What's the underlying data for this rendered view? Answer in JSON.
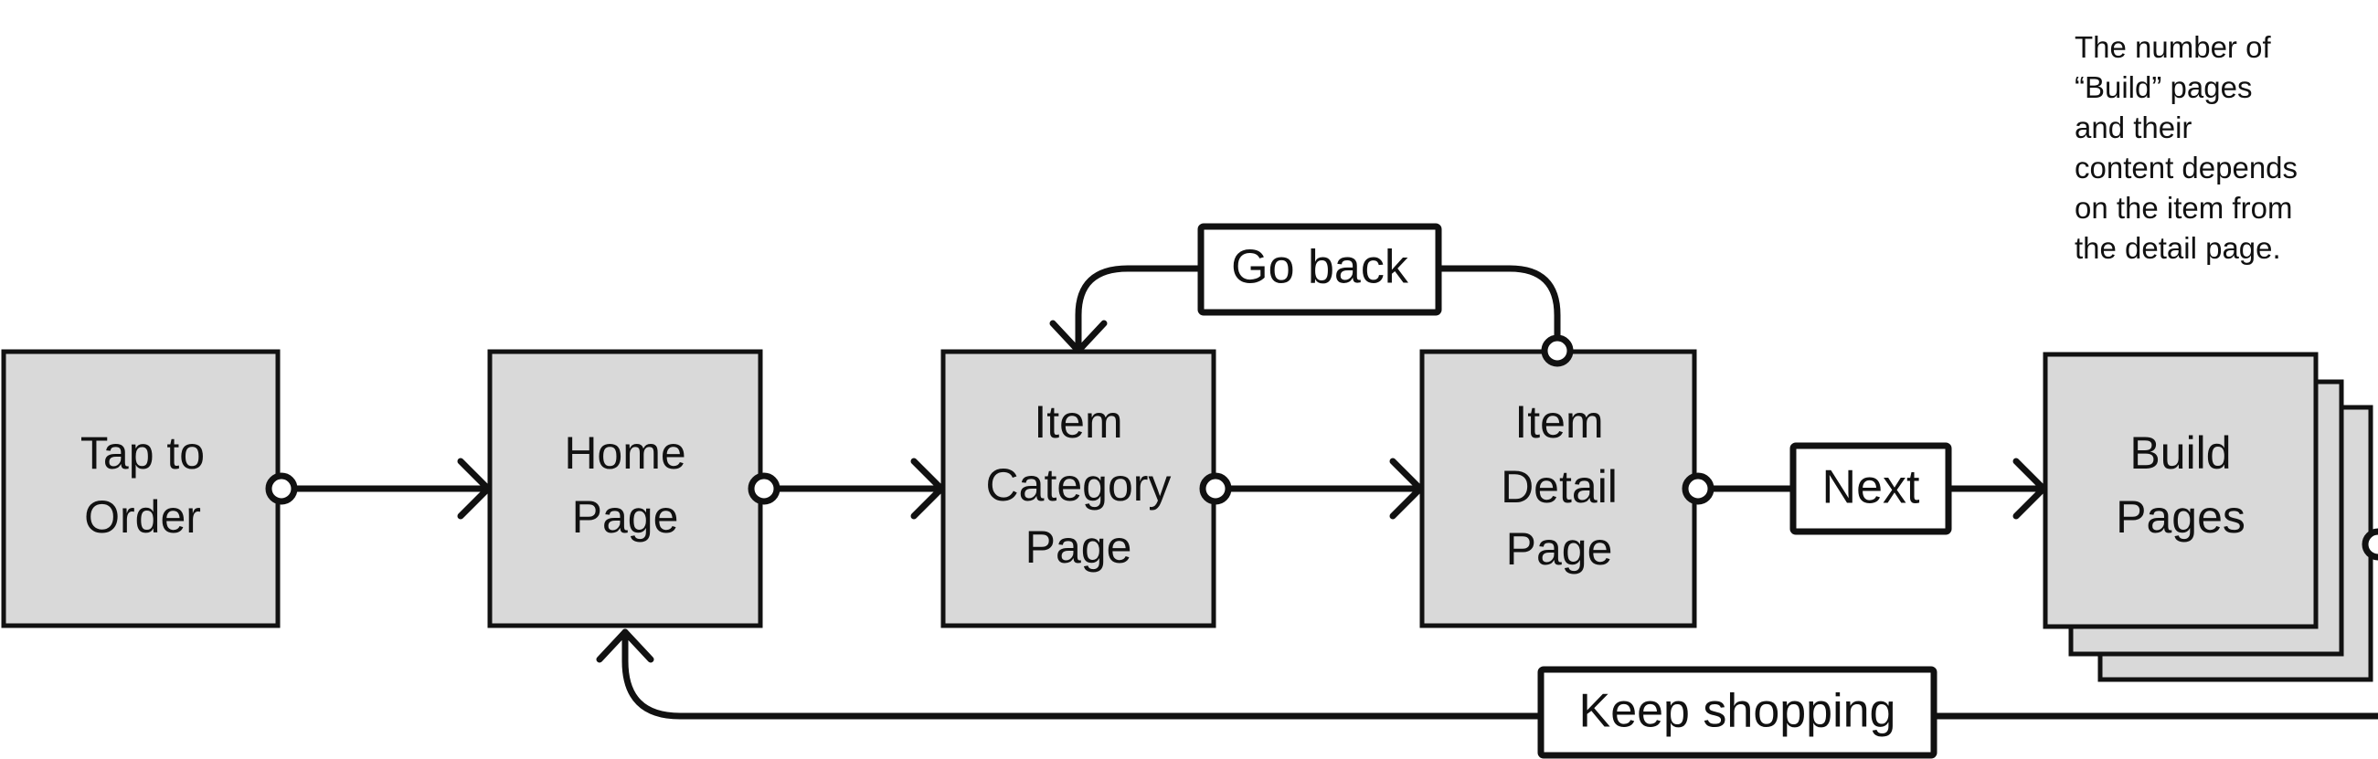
{
  "diagram": {
    "nodes": {
      "tap_to_order": [
        "Tap to",
        "Order"
      ],
      "home_page": [
        "Home",
        "Page"
      ],
      "item_category_page": [
        "Item",
        "Category",
        "Page"
      ],
      "item_detail_page": [
        "Item",
        "Detail",
        "Page"
      ],
      "build_pages": [
        "Build",
        "Pages"
      ]
    },
    "edge_labels": {
      "go_back": "Go back",
      "next": "Next",
      "keep_shopping": "Keep shopping"
    },
    "note": "The number of\n“Build” pages\nand their\ncontent depends\non the item from\nthe detail page."
  },
  "colors": {
    "node_fill": "#d9d9d9",
    "stroke": "#111111",
    "background": "#ffffff"
  }
}
